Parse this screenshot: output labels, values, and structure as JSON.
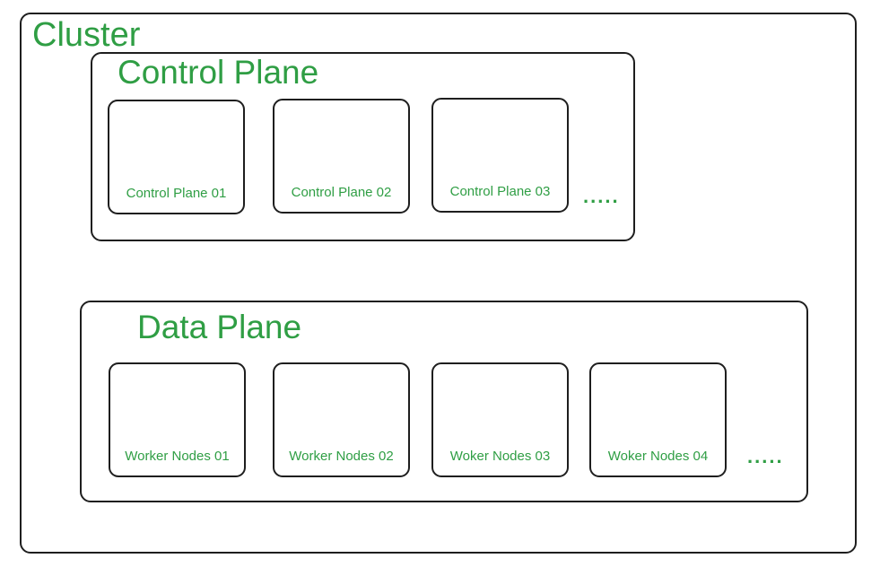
{
  "cluster": {
    "title": "Cluster"
  },
  "control_plane": {
    "title": "Control Plane",
    "nodes": [
      {
        "label": "Control Plane 01"
      },
      {
        "label": "Control Plane 02"
      },
      {
        "label": "Control Plane 03"
      }
    ],
    "more": "....."
  },
  "data_plane": {
    "title": "Data Plane",
    "nodes": [
      {
        "label": "Worker Nodes 01"
      },
      {
        "label": "Worker Nodes 02"
      },
      {
        "label": "Woker Nodes 03"
      },
      {
        "label": "Woker Nodes 04"
      }
    ],
    "more": "....."
  },
  "colors": {
    "text": "#2f9e44",
    "stroke": "#1e1e1e"
  }
}
